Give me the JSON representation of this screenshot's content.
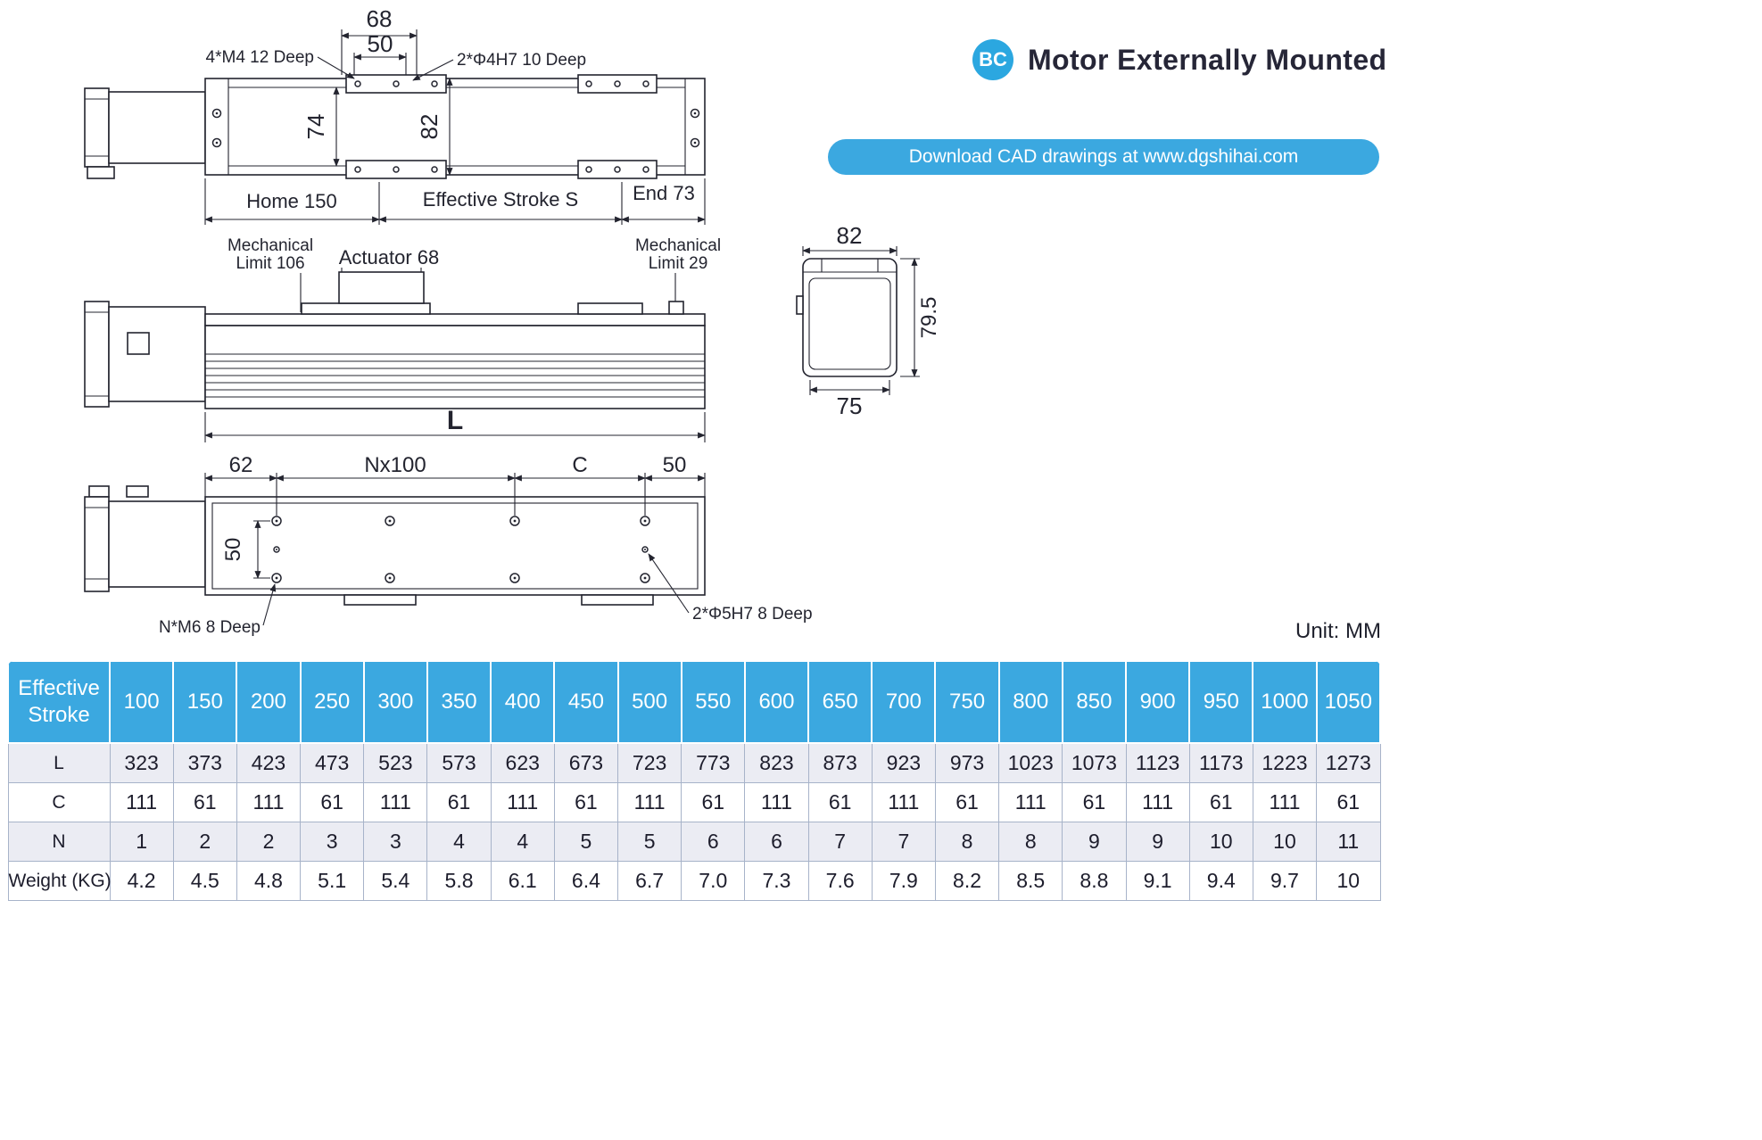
{
  "header": {
    "badge": "BC",
    "title": "Motor Externally Mounted",
    "download_label": "Download CAD drawings at www.dgshihai.com"
  },
  "unit_label": "Unit: MM",
  "colors": {
    "accent": "#3ba8e0",
    "line": "#23242f",
    "row_alt": "#ebecf3"
  },
  "drawings": {
    "top_view": {
      "dim_68": "68",
      "dim_50": "50",
      "note_m4": "4*M4  12 Deep",
      "note_phi4": "2*Φ4H7  10 Deep",
      "dim_74": "74",
      "dim_82": "82",
      "home": "Home 150",
      "stroke": "Effective Stroke S",
      "end": "End 73"
    },
    "side_view": {
      "mech_limit_left_1": "Mechanical",
      "mech_limit_left_2": "Limit 106",
      "actuator": "Actuator 68",
      "mech_limit_right_1": "Mechanical",
      "mech_limit_right_2": "Limit 29",
      "dim_l": "L"
    },
    "cross_section": {
      "dim_82": "82",
      "dim_79_5": "79.5",
      "dim_75": "75"
    },
    "bottom_view": {
      "dim_62": "62",
      "dim_n100": "Nx100",
      "dim_c": "C",
      "dim_50_right": "50",
      "dim_50_vertical": "50",
      "note_m6": "N*M6  8 Deep",
      "note_phi5": "2*Φ5H7 8 Deep"
    }
  },
  "table": {
    "header_label": "Effective Stroke",
    "strokes": [
      "100",
      "150",
      "200",
      "250",
      "300",
      "350",
      "400",
      "450",
      "500",
      "550",
      "600",
      "650",
      "700",
      "750",
      "800",
      "850",
      "900",
      "950",
      "1000",
      "1050"
    ],
    "rows": [
      {
        "label": "L",
        "values": [
          "323",
          "373",
          "423",
          "473",
          "523",
          "573",
          "623",
          "673",
          "723",
          "773",
          "823",
          "873",
          "923",
          "973",
          "1023",
          "1073",
          "1123",
          "1173",
          "1223",
          "1273"
        ]
      },
      {
        "label": "C",
        "values": [
          "111",
          "61",
          "111",
          "61",
          "111",
          "61",
          "111",
          "61",
          "111",
          "61",
          "111",
          "61",
          "111",
          "61",
          "111",
          "61",
          "111",
          "61",
          "111",
          "61"
        ]
      },
      {
        "label": "N",
        "values": [
          "1",
          "2",
          "2",
          "3",
          "3",
          "4",
          "4",
          "5",
          "5",
          "6",
          "6",
          "7",
          "7",
          "8",
          "8",
          "9",
          "9",
          "10",
          "10",
          "11"
        ]
      },
      {
        "label": "Weight (KG)",
        "values": [
          "4.2",
          "4.5",
          "4.8",
          "5.1",
          "5.4",
          "5.8",
          "6.1",
          "6.4",
          "6.7",
          "7.0",
          "7.3",
          "7.6",
          "7.9",
          "8.2",
          "8.5",
          "8.8",
          "9.1",
          "9.4",
          "9.7",
          "10"
        ]
      }
    ]
  }
}
